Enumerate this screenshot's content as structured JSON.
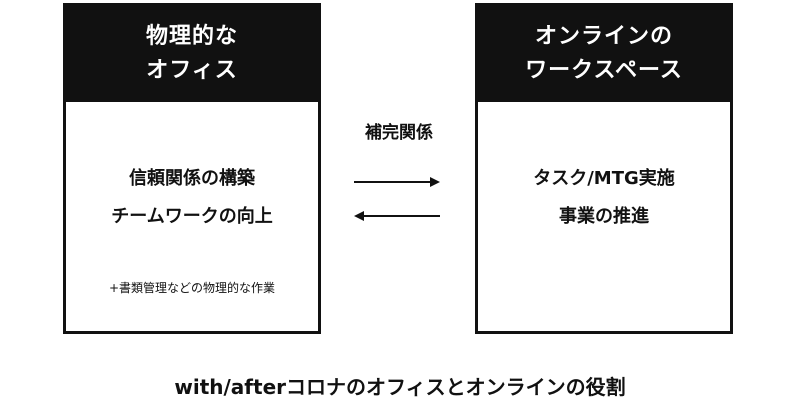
{
  "left_box": {
    "title_line1": "物理的な",
    "title_line2": "オフィス",
    "line1": "信頼関係の構築",
    "line2": "チームワークの向上",
    "note": "+書類管理などの物理的な作業"
  },
  "right_box": {
    "title_line1": "オンラインの",
    "title_line2": "ワークスペース",
    "line1": "タスク/MTG実施",
    "line2": "事業の推進"
  },
  "relation": {
    "label": "補完関係",
    "arrow_right": "arrow-right-icon",
    "arrow_left": "arrow-left-icon"
  },
  "caption": "with/afterコロナのオフィスとオンラインの役割",
  "colors": {
    "header_background": "#111111",
    "header_text": "#ffffff",
    "border": "#111111"
  }
}
